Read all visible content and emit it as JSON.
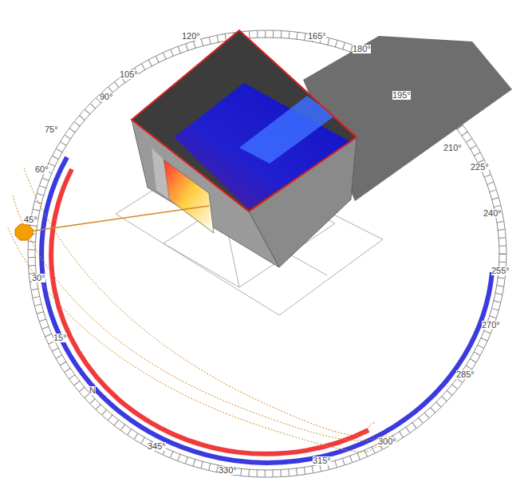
{
  "diagram": {
    "labels": [
      "120°",
      "165°",
      "180°",
      "195°",
      "210°",
      "225°",
      "240°",
      "255°",
      "270°",
      "285°",
      "300°",
      "315°",
      "330°",
      "345°",
      "N",
      "15°",
      "30°",
      "45°",
      "60°",
      "75°",
      "90°",
      "105°"
    ]
  }
}
